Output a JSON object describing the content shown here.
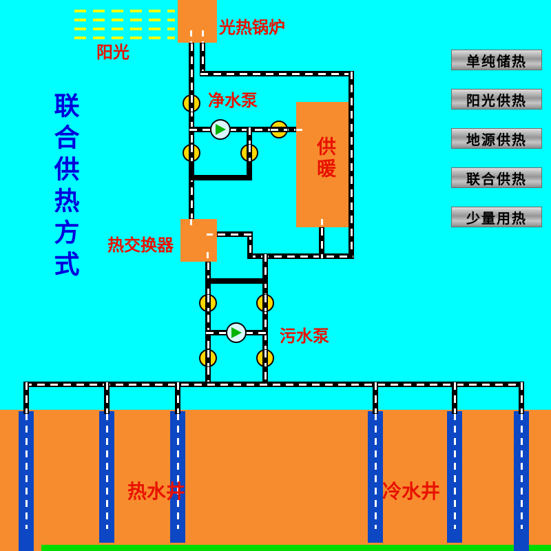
{
  "title": {
    "text": "联合供热方式"
  },
  "sun": {
    "label": "阳光"
  },
  "components": {
    "boiler": {
      "label": "光热锅炉"
    },
    "clean_pump": {
      "label": "净水泵"
    },
    "heating": {
      "label": "供暖"
    },
    "heat_exchanger": {
      "label": "热交换器"
    },
    "sewage_pump": {
      "label": "污水泵"
    },
    "hot_well": {
      "label": "热水井"
    },
    "cold_well": {
      "label": "冷水井"
    }
  },
  "mode_buttons": [
    {
      "label": "单纯储热"
    },
    {
      "label": "阳光供热"
    },
    {
      "label": "地源供热"
    },
    {
      "label": "联合供热"
    },
    {
      "label": "少量用热"
    }
  ],
  "colors": {
    "background": "#00FFFF",
    "ground_orange": "#F78C2E",
    "well_blue": "#0D47C4",
    "label_red": "#E81200",
    "title_blue": "#0000DC",
    "pipe_black": "#000000",
    "pipe_dash_white": "#FFFFFF",
    "valve_yellow": "#FFD800",
    "pump_green": "#00B400",
    "sun_yellow": "#FFFF00",
    "aquifer_green": "#00DC00"
  }
}
